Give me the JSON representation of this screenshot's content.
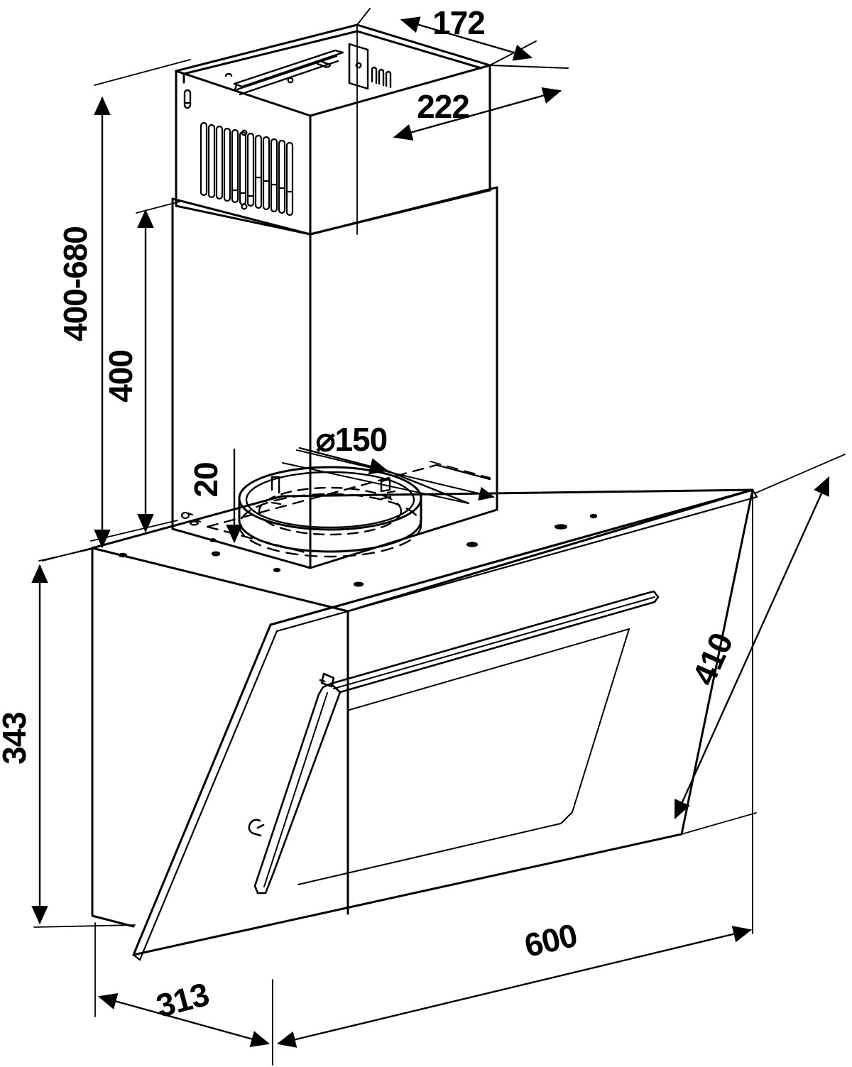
{
  "drawing": {
    "title": "Angled glass cooker hood — dimensioned isometric drawing",
    "units": "mm",
    "line_color": "#000000",
    "background_color": "#ffffff"
  },
  "dimensions": {
    "chimney_top_depth": "172",
    "chimney_top_width": "222",
    "telescopic_height_range": "400-680",
    "chimney_lower_height": "400",
    "duct_collar_height": "20",
    "duct_diameter": "⌀150",
    "body_height": "343",
    "glass_panel_height": "410",
    "body_width": "600",
    "body_depth": "313"
  },
  "labels": [
    {
      "name": "dim-172",
      "text": "172",
      "desc": "chimney upper box depth"
    },
    {
      "name": "dim-222",
      "text": "222",
      "desc": "chimney upper box width"
    },
    {
      "name": "dim-400-680",
      "text": "400-680",
      "desc": "telescopic chimney height range"
    },
    {
      "name": "dim-400",
      "text": "400",
      "desc": "lower chimney section height"
    },
    {
      "name": "dim-20",
      "text": "20",
      "desc": "duct collar height above body top"
    },
    {
      "name": "dim-150",
      "text": "⌀150",
      "desc": "air outlet duct diameter"
    },
    {
      "name": "dim-343",
      "text": "343",
      "desc": "main body height at rear"
    },
    {
      "name": "dim-410",
      "text": "410",
      "desc": "inclined glass front panel height"
    },
    {
      "name": "dim-600",
      "text": "600",
      "desc": "overall appliance width"
    },
    {
      "name": "dim-313",
      "text": "313",
      "desc": "overall appliance depth"
    }
  ],
  "parts": {
    "chimney_upper": "telescopic chimney upper box with mounting bracket",
    "chimney_vents": "ventilation louvre slots on left face of upper chimney",
    "chimney_lower": "lower chimney duct cover",
    "duct_collar": "circular 150 mm air outlet collar with clips",
    "body": "main hood body box",
    "glass_panel": "angled black glass front panel",
    "handle": "metal frame / handle on glass panel",
    "bracket": "wall mounting rail inside chimney top"
  }
}
